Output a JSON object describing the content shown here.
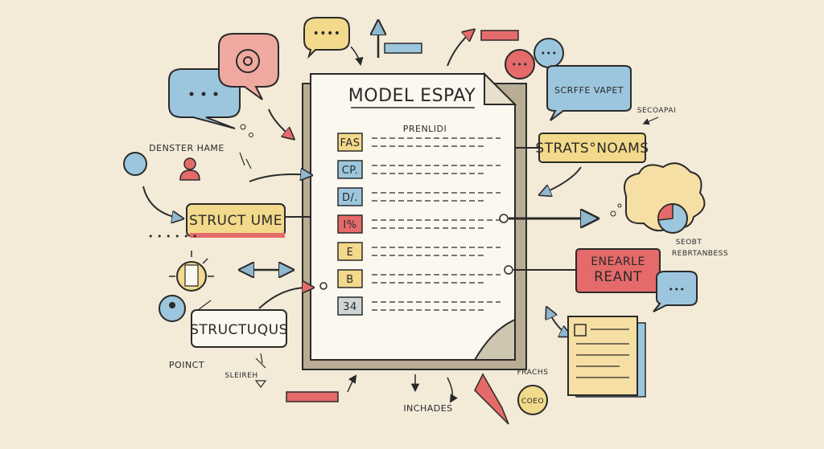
{
  "document": {
    "title": "MODEL ESPAY",
    "subtitle": "PRENLIDI",
    "markers": [
      {
        "text": "FAS",
        "color": "#f2d98b"
      },
      {
        "text": "CP.",
        "color": "#9cc6dd"
      },
      {
        "text": "D/.",
        "color": "#9cc6dd"
      },
      {
        "text": "I%",
        "color": "#e56a6a"
      },
      {
        "text": "E",
        "color": "#f2d98b"
      },
      {
        "text": "B",
        "color": "#f2d98b"
      },
      {
        "text": "34",
        "color": "#cfd6d6"
      }
    ]
  },
  "labels": {
    "structume": "STRUCT UME",
    "structuqus": "STRUCTUQUS",
    "strats": "STRATS°NOAMS",
    "enearle_line1": "ENEARLE",
    "enearle_line2": "REANT",
    "scrffe": "SCRFFE VAPET",
    "senster": "DENSTER HAME",
    "seconam": "SECOAPAI",
    "point": "POINCT",
    "sleirex": "SLEIREH",
    "inchades": "INCHADES",
    "frachs": "FRACHS",
    "seobt_line1": "SEOBT",
    "seobt_line2": "REBRTANBESS",
    "coin": "COEO"
  },
  "colors": {
    "paper": "#fbf8ef",
    "ink": "#2a2a2a",
    "yellow": "#f2d98b",
    "blue": "#9cc6dd",
    "red": "#e56a6a",
    "pink": "#f0a9a0"
  }
}
